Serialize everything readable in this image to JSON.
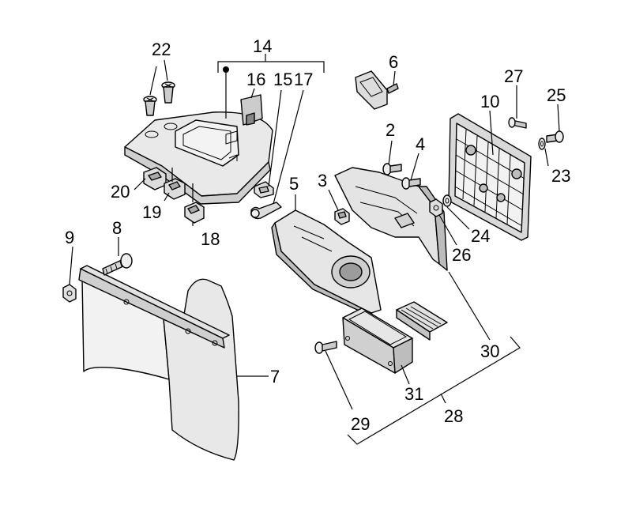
{
  "labels": {
    "p2": "2",
    "p3": "3",
    "p4": "4",
    "p5": "5",
    "p6": "6",
    "p7": "7",
    "p8": "8",
    "p9": "9",
    "p10": "10",
    "p14": "14",
    "p15": "15",
    "p16": "16",
    "p17": "17",
    "p18": "18",
    "p19": "19",
    "p20": "20",
    "p22": "22",
    "p23": "23",
    "p24": "24",
    "p25": "25",
    "p26": "26",
    "p27": "27",
    "p28": "28",
    "p29": "29",
    "p30": "30",
    "p31": "31"
  },
  "colors": {
    "line": "#000000",
    "part_fill": "#e6e6e6",
    "part_fill_dark": "#bdbdbd",
    "background": "#ffffff"
  }
}
